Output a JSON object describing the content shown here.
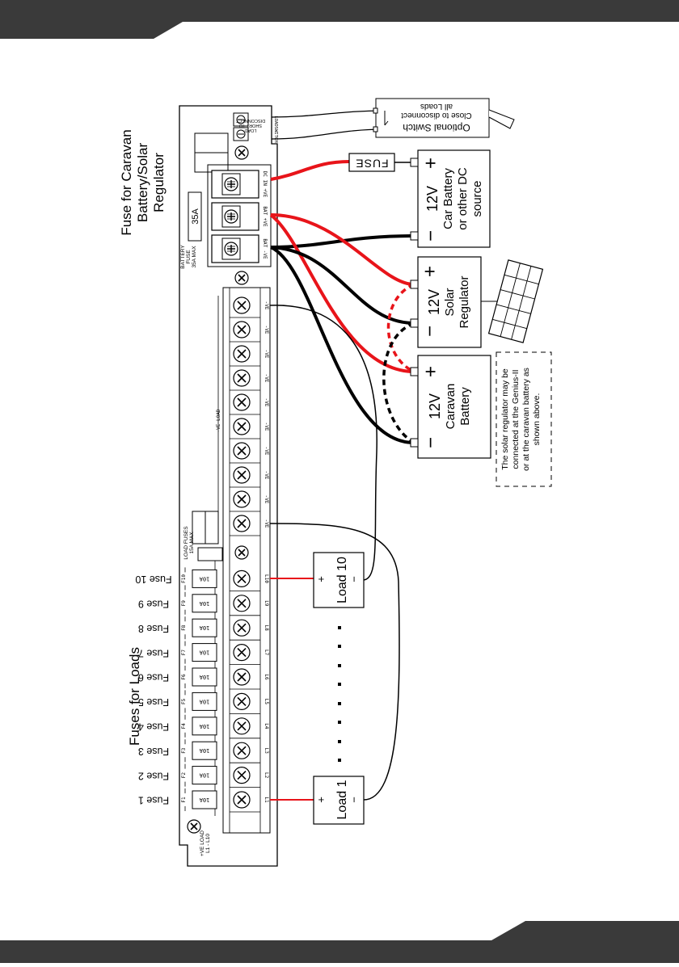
{
  "side_labels": {
    "fuse_caravan": [
      "Fuse for Caravan",
      "Battery/Solar",
      "Regulator"
    ],
    "fuses_for_loads": "Fuses for Loads"
  },
  "fuse_labels": [
    "Fuse 1",
    "Fuse 2",
    "Fuse 3",
    "Fuse 4",
    "Fuse 5",
    "Fuse 6",
    "Fuse 7",
    "Fuse 8",
    "Fuse 9",
    "Fuse 10"
  ],
  "fuse_codes": [
    "F1",
    "F2",
    "F3",
    "F4",
    "F5",
    "F6",
    "F7",
    "F8",
    "F9",
    "F10"
  ],
  "fuse_rating": "10A",
  "load_terminals": [
    "L1",
    "L2",
    "L3",
    "L4",
    "L5",
    "L6",
    "L7",
    "L8",
    "L9",
    "L10"
  ],
  "neg_terminal": "-VE",
  "board": {
    "battery_fuse_value": "35A",
    "battery_fuse_label": [
      "BATTERY",
      "FUSE",
      "35A MAX"
    ],
    "terminal_dc_in": "DC IN +VE",
    "terminal_bat_pos": "BAT +VE",
    "terminal_bat_neg": "BAT -VE",
    "short_label": [
      "LOAD",
      "SHORT TO",
      "DISCONNECT"
    ],
    "loadswitch": "LOADSWITCH",
    "neg_load": "-VE LOAD",
    "load_fuses": [
      "LOAD FUSES",
      "15A MAX"
    ],
    "pos_load": [
      "+VE LOAD",
      "L1 - L10"
    ]
  },
  "switch": {
    "title": "Optional Switch",
    "line1": "Close to disconnect",
    "line2": "all Loads"
  },
  "fuse_inline": "FUSE",
  "components": {
    "car_battery": {
      "plus": "+",
      "minus": "−",
      "lines": [
        "12V",
        "Car Battery",
        "or other DC",
        "source"
      ]
    },
    "solar_regulator": {
      "plus": "+",
      "minus": "−",
      "lines": [
        "12V",
        "Solar",
        "Regulator"
      ]
    },
    "caravan_battery": {
      "plus": "+",
      "minus": "−",
      "lines": [
        "12V",
        "Caravan",
        "Battery"
      ]
    }
  },
  "loads": {
    "load10": {
      "label": "Load 10",
      "plus": "+",
      "minus": "−"
    },
    "load1": {
      "label": "Load 1",
      "plus": "+",
      "minus": "−"
    }
  },
  "note": [
    "The solar regulator may be",
    "connected at the Genius-II",
    "or at the caravan battery as",
    "shown above."
  ],
  "colors": {
    "positive_wire": "#e8141a",
    "negative_wire": "#000000",
    "banner": "#3a3a3a"
  }
}
